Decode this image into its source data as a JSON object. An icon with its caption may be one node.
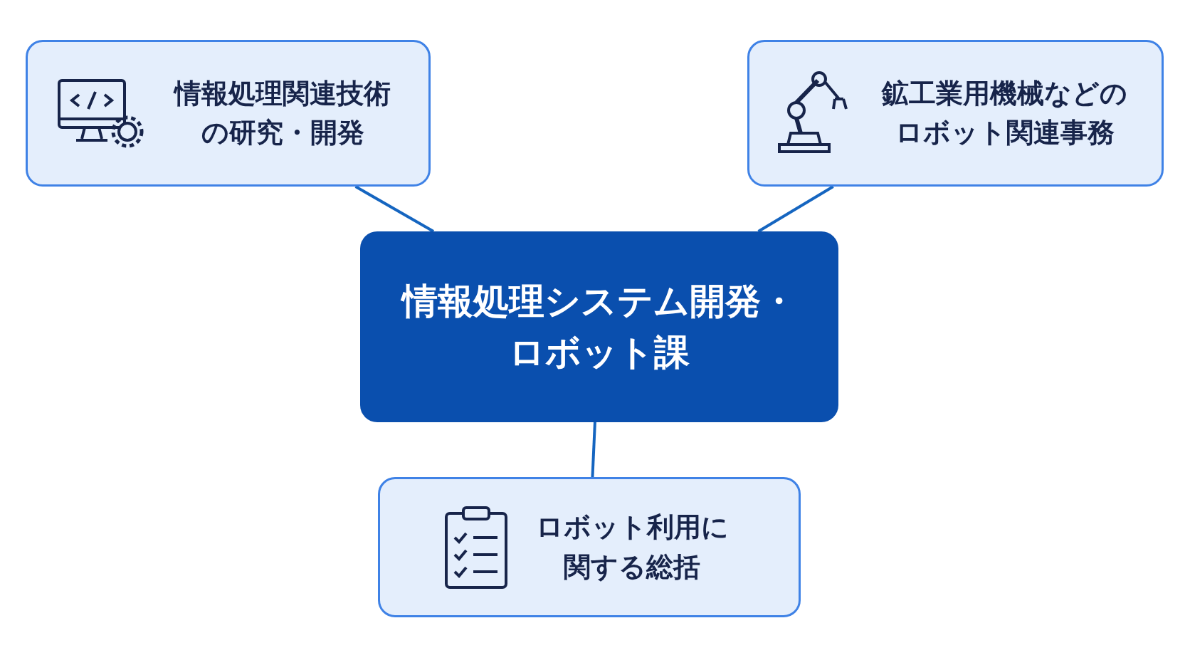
{
  "diagram": {
    "nodes": [
      {
        "text": [
          "情報処理関連技術の研究・開発"
        ]
      },
      {
        "text": [
          "鉱工業用機械などのロボット関連事務"
        ]
      },
      {
        "text": [
          "情報処理システム開発・ロボット課"
        ]
      },
      {
        "text": [
          "ロボット利用に関する総括"
        ]
      }
    ],
    "edges": [
      {
        "from": 2,
        "to": 0,
        "arrow": "none"
      },
      {
        "from": 2,
        "to": 1,
        "arrow": "none"
      },
      {
        "from": 2,
        "to": 3,
        "arrow": "none"
      }
    ]
  }
}
